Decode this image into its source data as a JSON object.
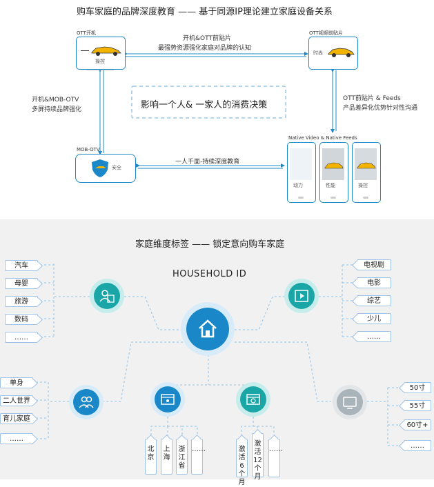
{
  "top": {
    "title": "购车家庭的品牌深度教育 —— 基于同源IP理论建立家庭设备关系",
    "ott_boot": {
      "label": "OTT开机",
      "screen_text": "操控"
    },
    "ott_video": {
      "label": "OTT视频前贴片",
      "screen_text": "时尚"
    },
    "mob_otv": {
      "label": "MOB-OTV",
      "screen_text": "安全"
    },
    "native_feeds": {
      "label": "Native Video & Native Feeds",
      "phones": [
        "动力",
        "性能",
        "操控"
      ]
    },
    "arrow_top_line1": "开机&OTT前贴片",
    "arrow_top_line2": "最强势资源强化家庭对品牌的认知",
    "arrow_left_line1": "开机&MOB-OTV",
    "arrow_left_line2": "多屏持续品牌强化",
    "arrow_right_line1": "OTT前贴片 & Feeds",
    "arrow_right_line2": "产品差异化优势针对性沟通",
    "arrow_bottom": "一人千面-持续深度教育",
    "center_box": "影响一个人& 一家人的消费决策"
  },
  "bottom": {
    "title": "家庭维度标签 —— 锁定意向购车家庭",
    "household_id": "HOUSEHOLD ID",
    "left_top_tags": [
      "汽车",
      "母婴",
      "旅游",
      "数码",
      "……"
    ],
    "left_bottom_tags": [
      "单身",
      "二人世界",
      "育儿家庭",
      "……"
    ],
    "right_top_tags": [
      "电视剧",
      "电影",
      "综艺",
      "少儿",
      "……"
    ],
    "right_bottom_tags": [
      "50寸",
      "55寸",
      "60寸+",
      "……"
    ],
    "region_tags": [
      "北京",
      "上海",
      "浙江省",
      "……"
    ],
    "time_tags": [
      "激活6个月",
      "激活12个月",
      "……"
    ]
  },
  "colors": {
    "primary_blue": "#1a88c8",
    "teal": "#1aa6a6",
    "light_blue_line": "#8fc2e8",
    "background_gray": "#f1f1f1"
  },
  "icons": [
    "car-icon",
    "people-icon",
    "house-icon",
    "location-icon",
    "clock-icon",
    "tv-icon",
    "video-icon",
    "user-card-icon"
  ]
}
